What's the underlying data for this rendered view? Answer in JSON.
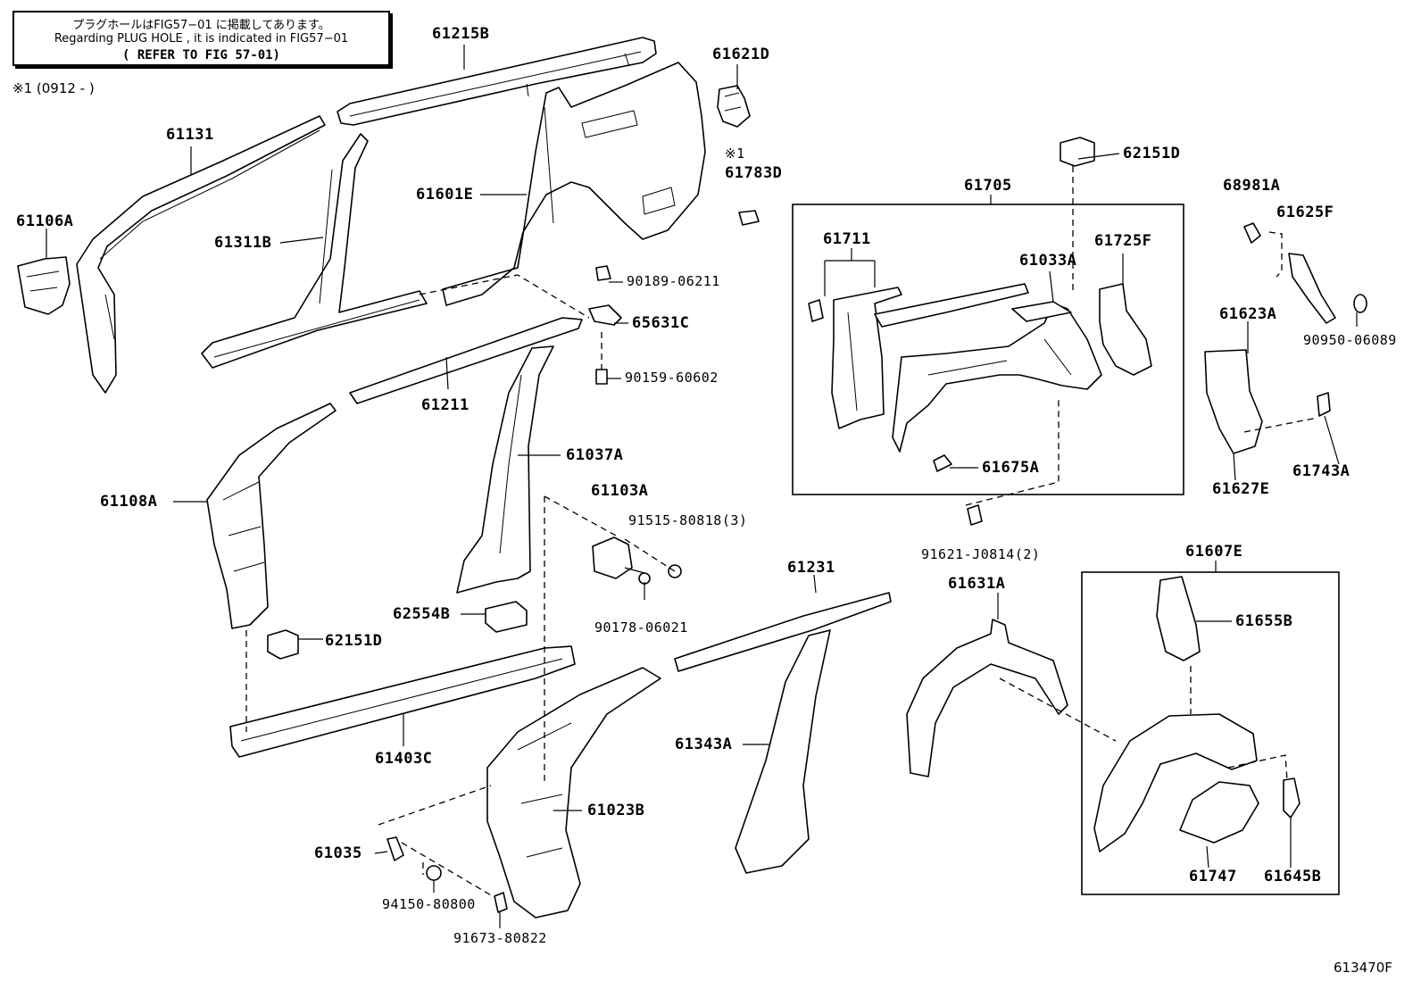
{
  "notes": {
    "japanese": "プラグホールはFIG57−01 に掲載してあります。",
    "english": "Regarding PLUG HOLE , it is indicated in FIG57−01",
    "refer": "( REFER TO FIG 57-01)",
    "footnote": "※1 (0912 -        )",
    "mark": "※1"
  },
  "figure_number": "613470F",
  "labels": {
    "p61215B": "61215B",
    "p61621D": "61621D",
    "p61131": "61131",
    "p61106A": "61106A",
    "p61311B": "61311B",
    "p61601E": "61601E",
    "p61783D": "61783D",
    "p62151D_top": "62151D",
    "p61705": "61705",
    "p68981A": "68981A",
    "p61625F": "61625F",
    "p61711": "61711",
    "p61033A": "61033A",
    "p61725F": "61725F",
    "p90189_06211": "90189-06211",
    "p65631C": "65631C",
    "p90159_60602": "90159-60602",
    "p61211": "61211",
    "p61037A": "61037A",
    "p61623A": "61623A",
    "p90950_06089": "90950-06089",
    "p61675A": "61675A",
    "p61627E": "61627E",
    "p61743A": "61743A",
    "p61108A": "61108A",
    "p61103A": "61103A",
    "p91515_80818": "91515-80818(3)",
    "p91621_J0814": "91621-J0814(2)",
    "p61607E": "61607E",
    "p61231": "61231",
    "p61631A": "61631A",
    "p62554B": "62554B",
    "p90178_06021": "90178-06021",
    "p61655B": "61655B",
    "p62151D_bottom": "62151D",
    "p61403C": "61403C",
    "p61343A": "61343A",
    "p61023B": "61023B",
    "p61035": "61035",
    "p94150_80800": "94150-80800",
    "p91673_80822": "91673-80822",
    "p61747": "61747",
    "p61645B": "61645B"
  }
}
